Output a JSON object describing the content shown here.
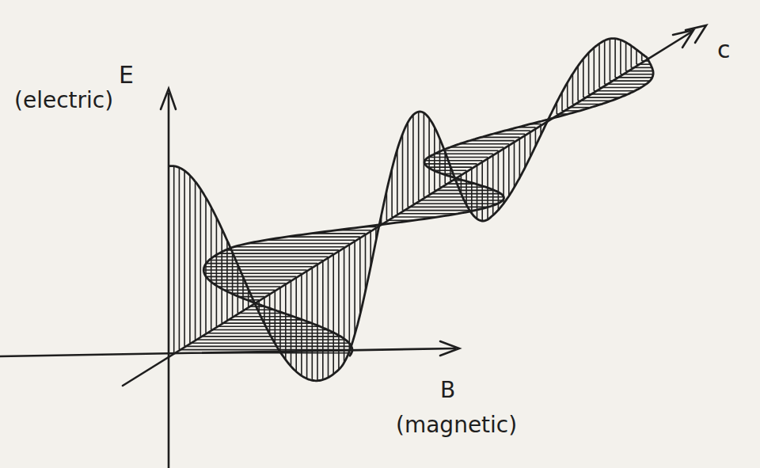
{
  "diagram": {
    "labels": [
      "E",
      "(electric)",
      "B",
      "(magnetic)",
      "c"
    ]
  }
}
